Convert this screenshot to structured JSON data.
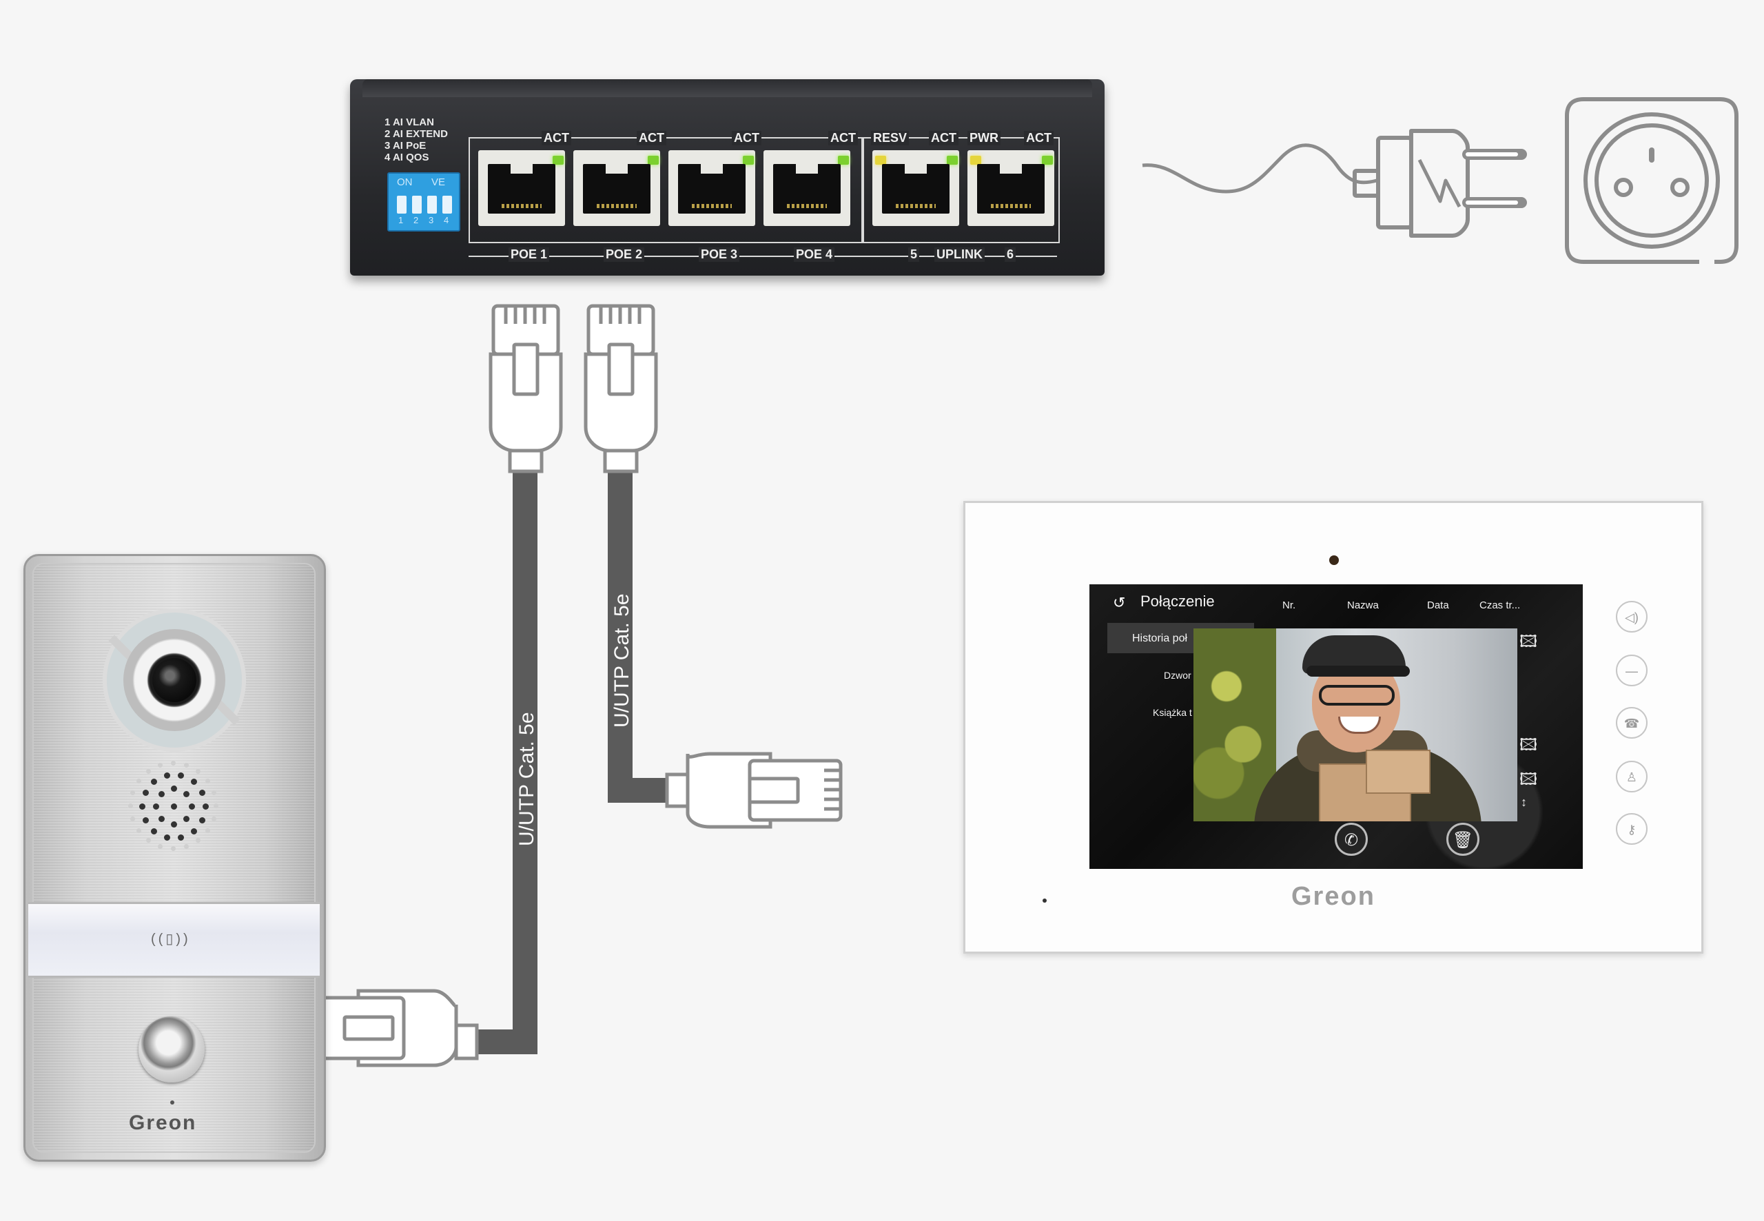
{
  "switch": {
    "dip_modes": [
      "1 AI VLAN",
      "2 AI EXTEND",
      "3 AI PoE",
      "4 AI QOS"
    ],
    "dip_on_label": "ON",
    "dip_ve_label": "VE",
    "dip_numbers": [
      "1",
      "2",
      "3",
      "4"
    ],
    "act_labels": [
      "ACT",
      "ACT",
      "ACT",
      "ACT"
    ],
    "resv_label": "RESV",
    "act5_label": "ACT",
    "pwr_label": "PWR",
    "act6_label": "ACT",
    "poe_ports": [
      "POE 1",
      "POE 2",
      "POE 3",
      "POE 4"
    ],
    "uplink_left": "5",
    "uplink_label": "UPLINK",
    "uplink_right": "6"
  },
  "cables": {
    "door_cable_label": "U/UTP Cat. 5e",
    "monitor_cable_label": "U/UTP Cat. 5e"
  },
  "monitor": {
    "screen_title": "Połączenie",
    "columns": [
      "Nr.",
      "Nazwa",
      "Data",
      "Czas tr..."
    ],
    "menu": [
      "Historia poł",
      "Dzwor",
      "Książka t"
    ],
    "brand": "Greon"
  },
  "door_station": {
    "brand": "Greon"
  },
  "icons": {
    "power_plug": "plug-icon",
    "wall_socket": "socket-icon",
    "monitor_side_buttons": [
      "speaker-icon",
      "minus-icon",
      "handset-icon",
      "user-icon",
      "key-icon"
    ]
  },
  "colors": {
    "cable": "#5b5b5b",
    "switch_body": "#2a2b2e",
    "dip_switch": "#2f9fe0",
    "led_green": "#7cd02f",
    "led_yellow": "#e5d53b",
    "icon_outline": "#8c8c8c"
  }
}
